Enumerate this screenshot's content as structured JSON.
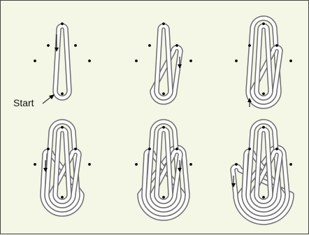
{
  "figure": {
    "start_label": "Start",
    "colors": {
      "background": "#f4f6e6",
      "border": "#444444",
      "path_outline": "#6d6d6d",
      "path_fill": "#ffffff",
      "dot": "#000000",
      "arrow": "#000000"
    },
    "panels": [
      {
        "step": 1,
        "pass_count": 1
      },
      {
        "step": 2,
        "pass_count": 2
      },
      {
        "step": 3,
        "pass_count": 3
      },
      {
        "step": 4,
        "pass_count": 4
      },
      {
        "step": 5,
        "pass_count": 5
      },
      {
        "step": 6,
        "pass_count": 6
      }
    ]
  }
}
